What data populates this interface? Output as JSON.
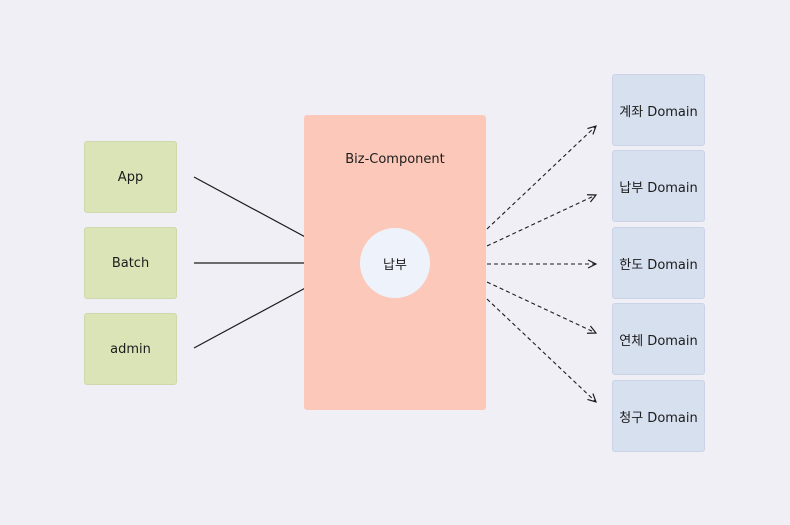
{
  "sources": [
    {
      "label": "App"
    },
    {
      "label": "Batch"
    },
    {
      "label": "admin"
    }
  ],
  "biz_component": {
    "title": "Biz-Component",
    "core_label": "납부"
  },
  "domains": [
    {
      "label": "계좌 Domain"
    },
    {
      "label": "납부 Domain"
    },
    {
      "label": "한도 Domain"
    },
    {
      "label": "연체 Domain"
    },
    {
      "label": "청구 Domain"
    }
  ],
  "colors": {
    "background": "#efeff5",
    "source_fill": "#dbe4b7",
    "component_fill": "#fcc8b9",
    "core_fill": "#eef3fb",
    "domain_fill": "#d7e0ef",
    "arrow": "#1c1c1c"
  }
}
